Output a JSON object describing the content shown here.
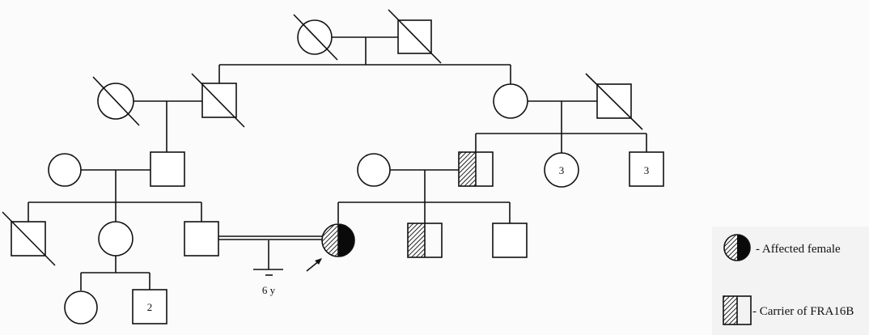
{
  "pedigree": {
    "proband_arrow": "proband-arrow",
    "miscarriage_label": "6 y",
    "sibship_counts": {
      "gen2_female": "3",
      "gen2_male": "3",
      "gen4_male": "2"
    }
  },
  "legend": {
    "affected_female_label": "- Affected female",
    "carrier_label": "- Carrier of FRA16B"
  },
  "colors": {
    "line": "#111111",
    "background": "#fbfbfb",
    "legend_bg": "#f3f3f3"
  }
}
